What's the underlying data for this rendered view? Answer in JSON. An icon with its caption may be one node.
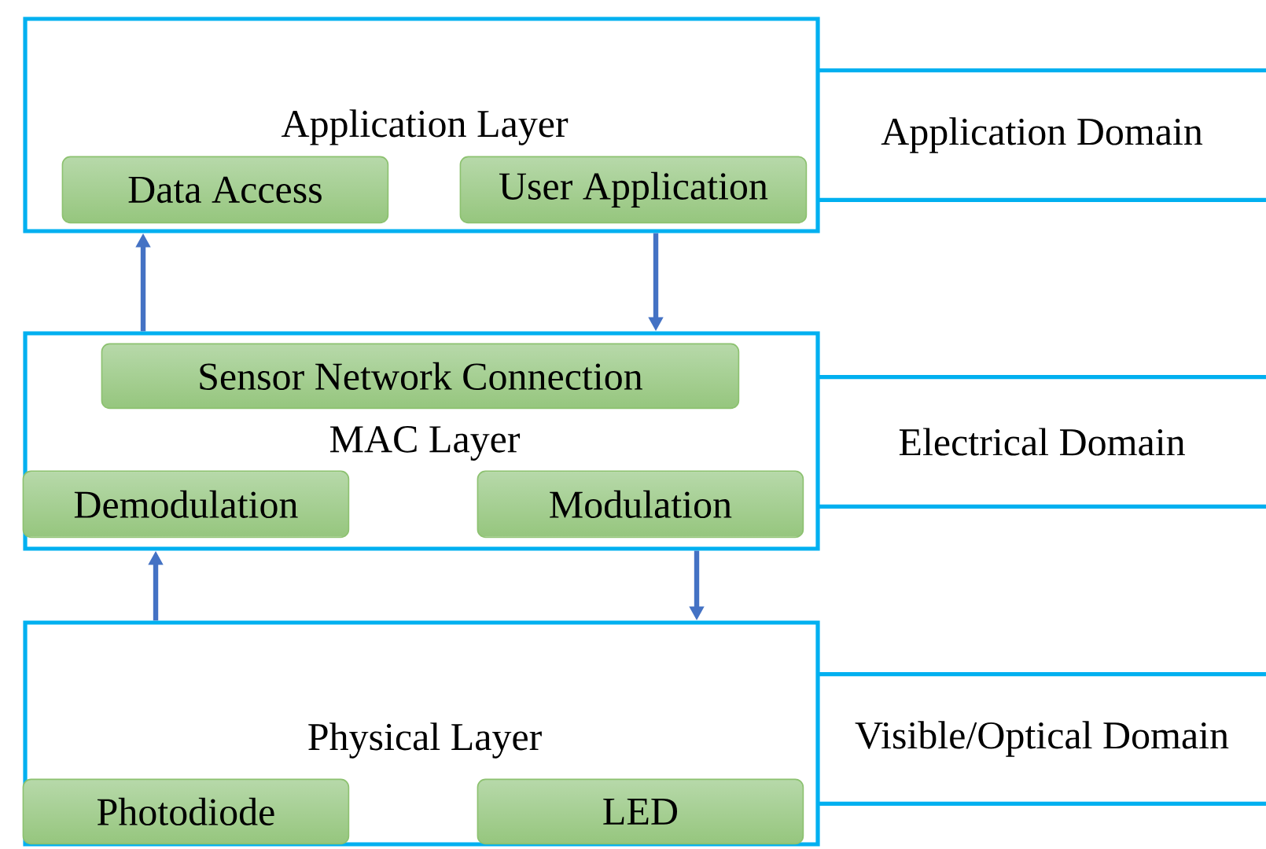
{
  "diagram": {
    "nodes": [
      {
        "text": [
          "Application Layer"
        ]
      },
      {
        "text": [
          "Data Access"
        ],
        "in": 0
      },
      {
        "text": [
          "User Application"
        ],
        "in": 0
      },
      {
        "text": [
          "Application Domain"
        ]
      },
      {
        "text": [
          "MAC Layer"
        ]
      },
      {
        "text": [
          "Sensor Network Connection"
        ],
        "in": 4
      },
      {
        "text": [
          "Demodulation"
        ],
        "in": 4
      },
      {
        "text": [
          "Modulation"
        ],
        "in": 4
      },
      {
        "text": [
          "Electrical Domain"
        ]
      },
      {
        "text": [
          "Physical Layer"
        ]
      },
      {
        "text": [
          "Photodiode"
        ],
        "in": 9
      },
      {
        "text": [
          "LED"
        ],
        "in": 9
      },
      {
        "text": [
          "Visible/Optical Domain"
        ]
      }
    ],
    "edges": [
      {
        "from": 4,
        "to": 0,
        "arrow": "to"
      },
      {
        "from": 0,
        "to": 4,
        "arrow": "to"
      },
      {
        "from": 9,
        "to": 4,
        "arrow": "to"
      },
      {
        "from": 4,
        "to": 9,
        "arrow": "to"
      }
    ]
  }
}
